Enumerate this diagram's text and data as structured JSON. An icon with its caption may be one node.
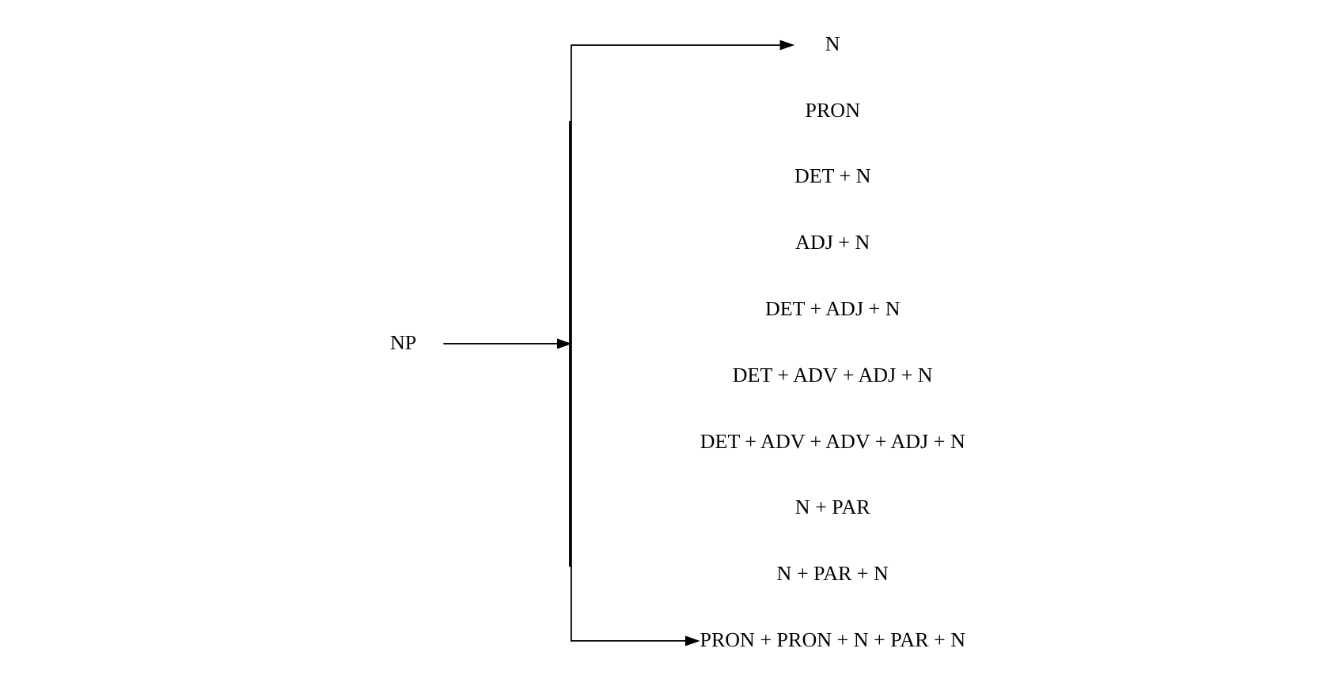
{
  "diagram": {
    "nodes": [
      {
        "text": [
          "NP"
        ]
      },
      {
        "text": [],
        "shape": "bar"
      },
      {
        "text": [
          "N"
        ]
      },
      {
        "text": [
          "PRON + PRON + N + PAR + N"
        ]
      }
    ],
    "edges": [
      {
        "from": 0,
        "to": 1,
        "arrow": "to"
      },
      {
        "from": 1,
        "to": 2,
        "arrow": "to"
      },
      {
        "from": 1,
        "to": 3,
        "arrow": "to"
      }
    ],
    "labels": [
      "PRON",
      "DET + N",
      "ADJ + N",
      "DET + ADJ + N",
      "DET + ADV + ADJ + N",
      "DET + ADV + ADV + ADJ + N",
      "N + PAR",
      "N + PAR + N"
    ]
  }
}
